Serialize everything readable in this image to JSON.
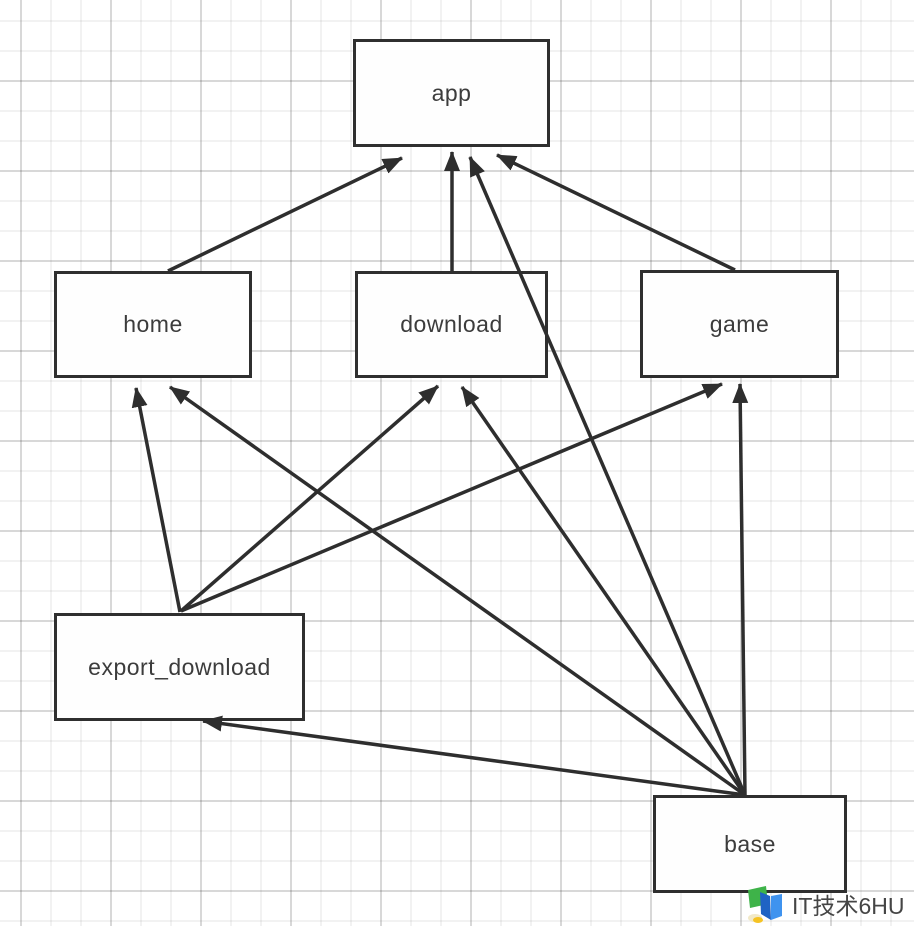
{
  "diagram": {
    "type": "dependency-graph",
    "nodes": {
      "app": {
        "label": "app"
      },
      "home": {
        "label": "home"
      },
      "download": {
        "label": "download"
      },
      "game": {
        "label": "game"
      },
      "export_download": {
        "label": "export_download"
      },
      "base": {
        "label": "base"
      }
    },
    "edges": [
      {
        "from": "home",
        "to": "app"
      },
      {
        "from": "download",
        "to": "app"
      },
      {
        "from": "game",
        "to": "app"
      },
      {
        "from": "base",
        "to": "app"
      },
      {
        "from": "export_download",
        "to": "home"
      },
      {
        "from": "export_download",
        "to": "download"
      },
      {
        "from": "export_download",
        "to": "game"
      },
      {
        "from": "base",
        "to": "home"
      },
      {
        "from": "base",
        "to": "download"
      },
      {
        "from": "base",
        "to": "game"
      },
      {
        "from": "base",
        "to": "export_download"
      }
    ]
  },
  "watermark": {
    "text": "IT技术6HU"
  },
  "colors": {
    "background": "#ffffff",
    "grid_minor": "#ededed",
    "grid_major": "#e1e1e1",
    "box_border": "#2f2f2f",
    "box_fill": "#fefefe",
    "line": "#2e2e2e",
    "label": "#3c3c3c"
  }
}
